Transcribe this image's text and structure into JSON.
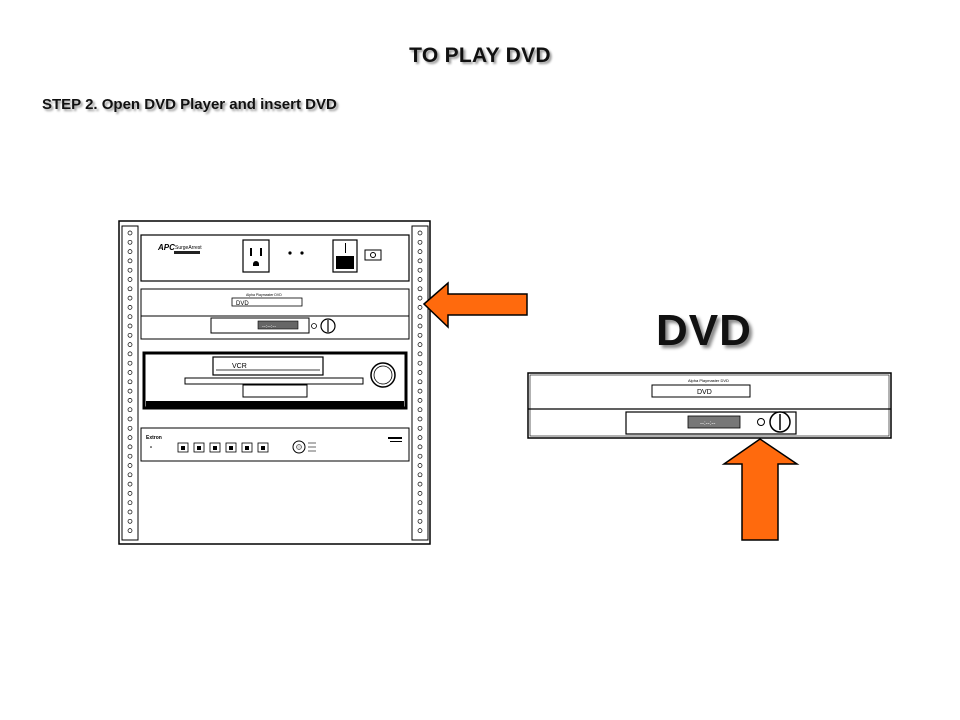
{
  "header": {
    "title": "TO PLAY DVD",
    "step": "STEP 2.  Open DVD Player and insert DVD"
  },
  "rack": {
    "power_unit": {
      "brand": "APC",
      "model": "SurgeArrest"
    },
    "dvd_unit": {
      "small_caption": "Alpha Playmaster DVD",
      "tray_label": "DVD",
      "display": "--:--:--"
    },
    "vcr_unit": {
      "label": "VCR"
    },
    "switcher_unit": {
      "brand": "Extron"
    }
  },
  "dvd_closeup": {
    "heading": "DVD",
    "small_caption": "Alpha Playmaster DVD",
    "tray_label": "DVD",
    "display": "--:--:--"
  },
  "colors": {
    "arrow_fill": "#ff6a0d",
    "outline": "#000000"
  }
}
